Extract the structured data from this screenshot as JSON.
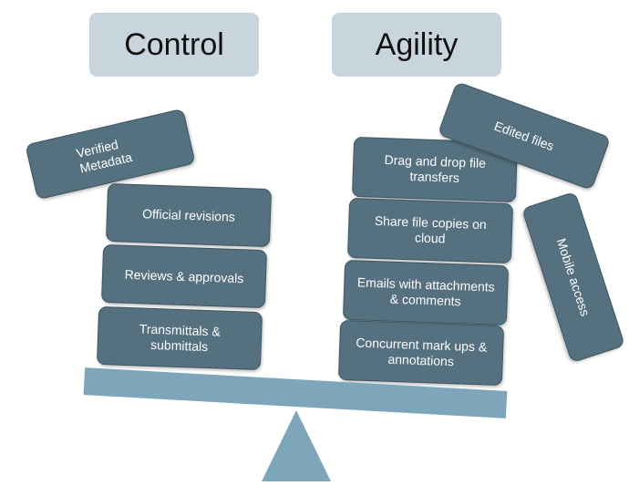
{
  "headers": {
    "control": "Control",
    "agility": "Agility"
  },
  "control_items": {
    "verified_metadata": "Verified\nMetadata",
    "official_revisions": "Official revisions",
    "reviews_approvals": "Reviews & approvals",
    "transmittals": "Transmittals &\nsubmittals"
  },
  "agility_items": {
    "drag_drop": "Drag and drop file\ntransfers",
    "share_copies": "Share file copies on\ncloud",
    "emails": "Emails with attachments\n& comments",
    "markups": "Concurrent mark ups &\nannotations",
    "edited_files": "Edited files",
    "mobile_access": "Mobile access"
  },
  "colors": {
    "header_fill": "#c9d5dc",
    "block_fill": "#55707f",
    "beam_fill": "#7ea6ba",
    "fulcrum_fill": "#7ea6ba"
  }
}
